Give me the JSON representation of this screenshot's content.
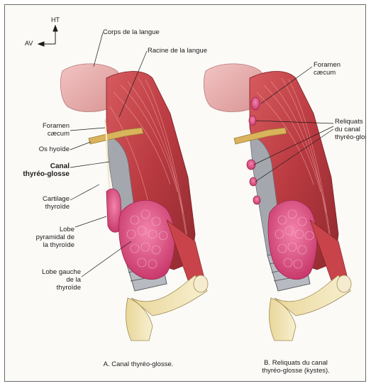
{
  "orientation": {
    "up_label": "HT",
    "forward_label": "AV"
  },
  "panel_a": {
    "labels": {
      "corps_langue": "Corps de la langue",
      "racine_langue": "Racine de la langue",
      "foramen_caecum": "Foramen\ncæcum",
      "os_hyoide": "Os hyoïde",
      "canal_thyreo_glosse": "Canal\nthyréo-glosse",
      "cartilage_thyroide": "Cartilage\nthyroïde",
      "lobe_pyramidal": "Lobe\npyramidal de\nla thyroïde",
      "lobe_gauche": "Lobe gauche\nde la\nthyroïde"
    },
    "caption": "A. Canal thyréo-glosse."
  },
  "panel_b": {
    "labels": {
      "foramen_caecum": "Foramen\ncæcum",
      "reliquats": "Reliquats\ndu canal\nthyréo-glosse"
    },
    "caption": "B. Reliquats du canal\nthyréo-glosse (kystes)."
  },
  "colors": {
    "muscle": "#c8444a",
    "muscle_dark": "#8f2a30",
    "tongue": "#e9b6b6",
    "thyroid": "#e55a8a",
    "hyoid": "#d9b45c",
    "bone": "#f0e3b0",
    "cartilage": "#9aa0a8"
  }
}
